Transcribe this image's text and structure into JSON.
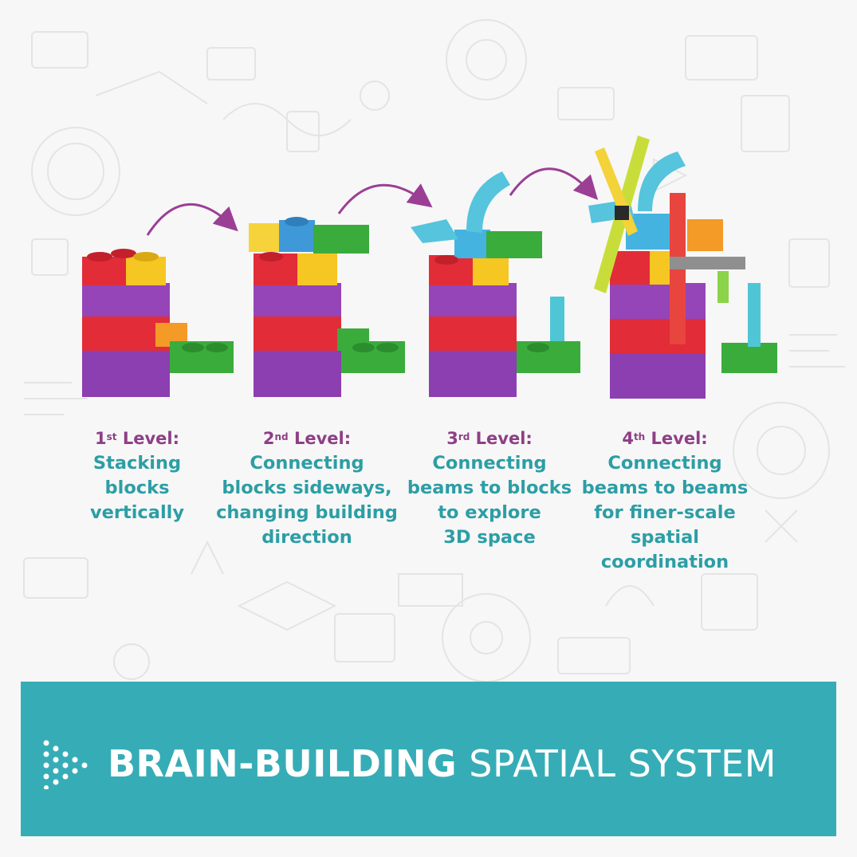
{
  "levels": [
    {
      "ordinal": "1",
      "suffix": "st",
      "word": " Level:",
      "desc": "Stacking\nblocks\nvertically"
    },
    {
      "ordinal": "2",
      "suffix": "nd",
      "word": " Level:",
      "desc": "Connecting\nblocks sideways,\nchanging building\ndirection"
    },
    {
      "ordinal": "3",
      "suffix": "rd",
      "word": " Level:",
      "desc": "Connecting\nbeams to blocks\nto explore\n3D space"
    },
    {
      "ordinal": "4",
      "suffix": "th",
      "word": " Level:",
      "desc": "Connecting\nbeams to beams\nfor finer-scale\nspatial\ncoordination"
    }
  ],
  "banner": {
    "bold": "BRAIN-BUILDING",
    "light": " SPATIAL SYSTEM"
  },
  "colors": {
    "teal": "#36adb6",
    "purple_text": "#8e3f86",
    "teal_text": "#2c9ea5",
    "arrow": "#9b3f95"
  }
}
